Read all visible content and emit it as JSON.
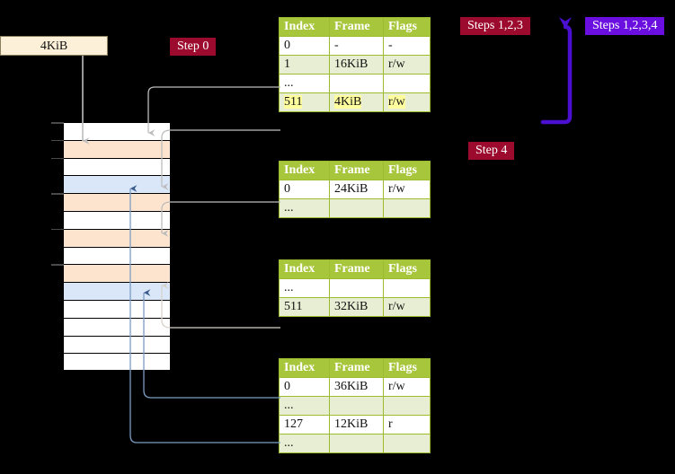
{
  "diagram": {
    "title": "Page table walk diagram",
    "source_box": {
      "label": "4KiB"
    },
    "badges": [
      {
        "name": "step-0",
        "text": "Step 0",
        "color": "#9c0b2d"
      },
      {
        "name": "steps-123",
        "text": "Steps 1,2,3",
        "color": "#9c0b2d"
      },
      {
        "name": "steps-1234",
        "text": "Steps 1,2,3,4",
        "color": "#6a0fe0"
      },
      {
        "name": "step-4",
        "text": "Step 4",
        "color": "#9c0b2d"
      }
    ],
    "colors": {
      "header_green": "#a8c63c",
      "row_alt_green": "#e8eed4",
      "highlight_yellow": "#ffff9e",
      "memory_blue": "#d9e7f8",
      "memory_orange": "#fde4cf",
      "source_box_fill": "#fcf0d8",
      "badge_red": "#9c0b2d",
      "badge_purple": "#6a0fe0",
      "wire_gray": "#b9b9b9",
      "wire_blue": "#7d9cc4",
      "background": "#000000"
    },
    "columns": [
      "Index",
      "Frame",
      "Flags"
    ],
    "tables": [
      {
        "name": "page-table-level-1",
        "rows": [
          {
            "index": "0",
            "frame": "-",
            "flags": "-",
            "alt": false,
            "highlight": false
          },
          {
            "index": "1",
            "frame": "16KiB",
            "flags": "r/w",
            "alt": true,
            "highlight": false
          },
          {
            "index": "...",
            "frame": "",
            "flags": "",
            "alt": false,
            "highlight": false
          },
          {
            "index": "511",
            "frame": "4KiB",
            "flags": "r/w",
            "alt": true,
            "highlight": true
          }
        ]
      },
      {
        "name": "page-table-level-2",
        "rows": [
          {
            "index": "0",
            "frame": "24KiB",
            "flags": "r/w",
            "alt": false,
            "highlight": false
          },
          {
            "index": "...",
            "frame": "",
            "flags": "",
            "alt": true,
            "highlight": false
          }
        ]
      },
      {
        "name": "page-table-level-3",
        "rows": [
          {
            "index": "...",
            "frame": "",
            "flags": "",
            "alt": false,
            "highlight": false
          },
          {
            "index": "511",
            "frame": "32KiB",
            "flags": "r/w",
            "alt": true,
            "highlight": false
          }
        ]
      },
      {
        "name": "page-table-level-4",
        "rows": [
          {
            "index": "0",
            "frame": "36KiB",
            "flags": "r/w",
            "alt": false,
            "highlight": false
          },
          {
            "index": "...",
            "frame": "",
            "flags": "",
            "alt": true,
            "highlight": false
          },
          {
            "index": "127",
            "frame": "12KiB",
            "flags": "r",
            "alt": false,
            "highlight": false
          },
          {
            "index": "...",
            "frame": "",
            "flags": "",
            "alt": true,
            "highlight": false
          }
        ]
      }
    ],
    "memory_rows": [
      {
        "fill": "white",
        "tick": true
      },
      {
        "fill": "orange",
        "tick": true
      },
      {
        "fill": "white",
        "tick": true
      },
      {
        "fill": "blue",
        "tick": false
      },
      {
        "fill": "orange",
        "tick": true
      },
      {
        "fill": "white",
        "tick": false
      },
      {
        "fill": "orange",
        "tick": true
      },
      {
        "fill": "white",
        "tick": false
      },
      {
        "fill": "orange",
        "tick": true
      },
      {
        "fill": "blue",
        "tick": false
      },
      {
        "fill": "white",
        "tick": false
      },
      {
        "fill": "white",
        "tick": false
      },
      {
        "fill": "white",
        "tick": false
      },
      {
        "fill": "white",
        "tick": false
      }
    ]
  }
}
